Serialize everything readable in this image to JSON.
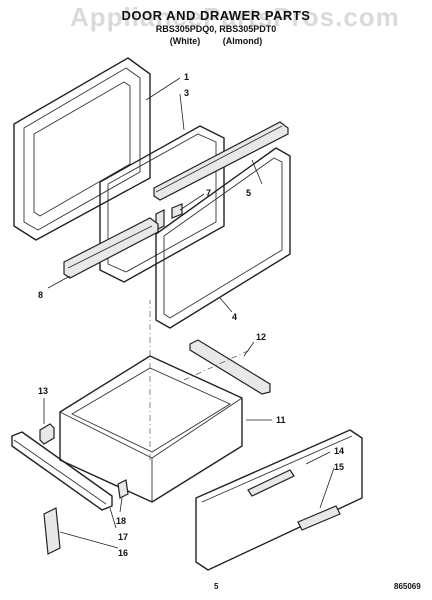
{
  "header": {
    "title": "DOOR AND DRAWER PARTS",
    "models": "RBS305PDQ0, RBS305PDT0",
    "colors": "(White) (Almond)",
    "watermark": "AppliancePartsPros.com"
  },
  "callouts": {
    "c1": "1",
    "c2": "3",
    "c3": "7",
    "c4": "5",
    "c5": "8",
    "c6": "4",
    "c7": "12",
    "c8": "13",
    "c9": "11",
    "c10": "14",
    "c11": "15",
    "c12": "18",
    "c13": "17",
    "c14": "16"
  },
  "footer": {
    "page_number": "5",
    "diagram_code": "865069"
  }
}
